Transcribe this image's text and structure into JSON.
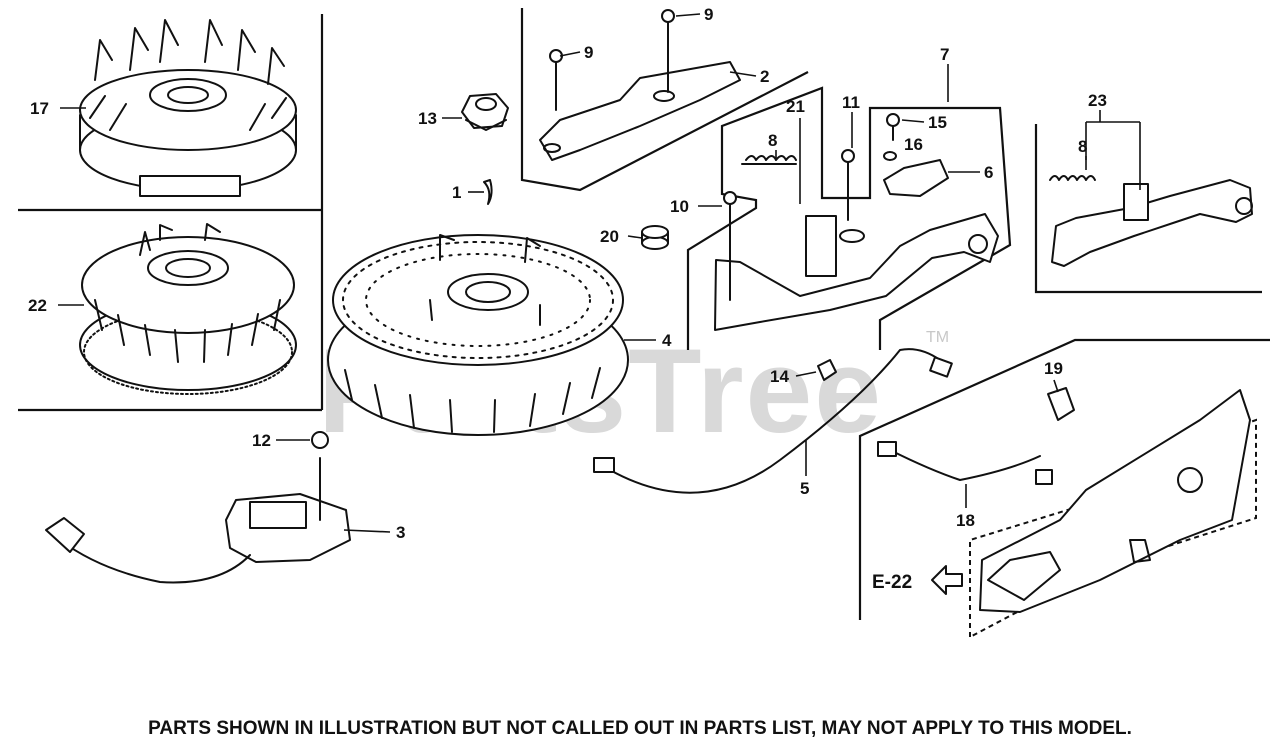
{
  "watermark": {
    "brand": "PartsTree",
    "trademark": "TM"
  },
  "callouts": [
    {
      "id": "c17",
      "number": "17"
    },
    {
      "id": "c22",
      "number": "22"
    },
    {
      "id": "c13",
      "number": "13"
    },
    {
      "id": "c1",
      "number": "1"
    },
    {
      "id": "c9a",
      "number": "9"
    },
    {
      "id": "c9b",
      "number": "9"
    },
    {
      "id": "c2",
      "number": "2"
    },
    {
      "id": "c7",
      "number": "7"
    },
    {
      "id": "c21",
      "number": "21"
    },
    {
      "id": "c8a",
      "number": "8"
    },
    {
      "id": "c11",
      "number": "11"
    },
    {
      "id": "c15",
      "number": "15"
    },
    {
      "id": "c16",
      "number": "16"
    },
    {
      "id": "c6",
      "number": "6"
    },
    {
      "id": "c10",
      "number": "10"
    },
    {
      "id": "c20",
      "number": "20"
    },
    {
      "id": "c4",
      "number": "4"
    },
    {
      "id": "c23",
      "number": "23"
    },
    {
      "id": "c8b",
      "number": "8"
    },
    {
      "id": "c14",
      "number": "14"
    },
    {
      "id": "c19",
      "number": "19"
    },
    {
      "id": "c5",
      "number": "5"
    },
    {
      "id": "c12",
      "number": "12"
    },
    {
      "id": "c3",
      "number": "3"
    },
    {
      "id": "c18",
      "number": "18"
    }
  ],
  "reference": {
    "label": "E-22"
  },
  "footnote": "PARTS SHOWN IN ILLUSTRATION BUT NOT CALLED OUT IN PARTS LIST, MAY NOT APPLY TO THIS MODEL."
}
